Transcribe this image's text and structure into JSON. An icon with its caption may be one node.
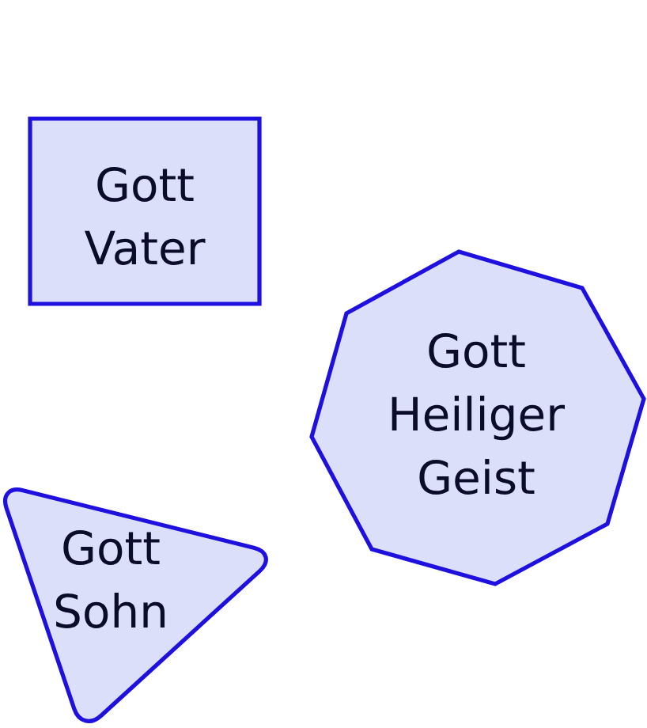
{
  "diagram": {
    "nodes": [
      {
        "text": [
          "Gott Vater"
        ]
      },
      {
        "text": [
          "Gott Heiliger Geist"
        ]
      },
      {
        "text": [
          "Gott Sohn"
        ]
      }
    ]
  }
}
